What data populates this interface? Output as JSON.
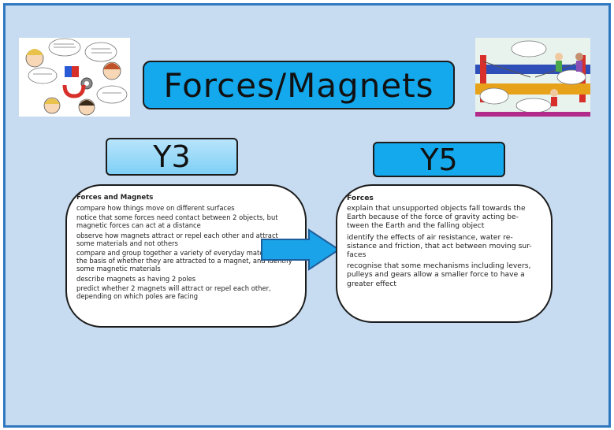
{
  "title": "Forces/Magnets",
  "y3": {
    "label": "Y3",
    "heading": "Forces and Magnets",
    "items": [
      "compare how things move on different surfaces",
      "notice that some forces need contact between 2 objects, but magnetic forces can act at a distance",
      "observe how magnets attract or repel each other and attract some materials and not others",
      "compare and group together a variety of everyday materials on the basis of whether they are attracted to a magnet, and identify some magnetic materials",
      "describe magnets as having 2 poles",
      "predict whether 2 magnets will attract or repel each other, depending on which poles are facing"
    ]
  },
  "y5": {
    "label": "Y5",
    "heading": "Forces",
    "items": [
      "explain that unsupported objects fall towards the Earth because of the force of gravity acting be-tween the Earth and the falling object",
      "identify the effects of air resistance, water re-sistance and friction, that act between moving sur-faces",
      "recognise that some mechanisms including levers, pulleys and gears allow a smaller force to have a greater effect"
    ]
  },
  "colors": {
    "border": "#2f78c0",
    "background": "#c7dcf0",
    "accent": "#14a8ec",
    "arrow": "#1aa3e8"
  },
  "images": {
    "left": "magnets-discussion-illustration",
    "right": "bungee-trampoline-illustration"
  }
}
